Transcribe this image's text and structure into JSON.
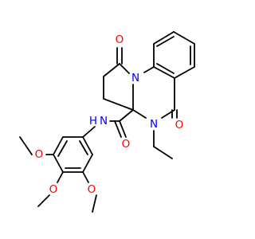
{
  "structure": {
    "colors": {
      "bond": "#000000",
      "background": "#ffffff",
      "oxygen": "#ff0000",
      "nitrogen": "#0000ff",
      "carbon": "#000000"
    },
    "atom_labels": {
      "o_ketone_top": "O",
      "n_bridge": "N",
      "o_lactam": "O",
      "n_ethyl": "N",
      "nh_amide": "N",
      "h_amide": "H",
      "o_amide": "O",
      "o_meo_left": "O",
      "o_meo_mid": "O",
      "o_meo_right": "O"
    }
  }
}
